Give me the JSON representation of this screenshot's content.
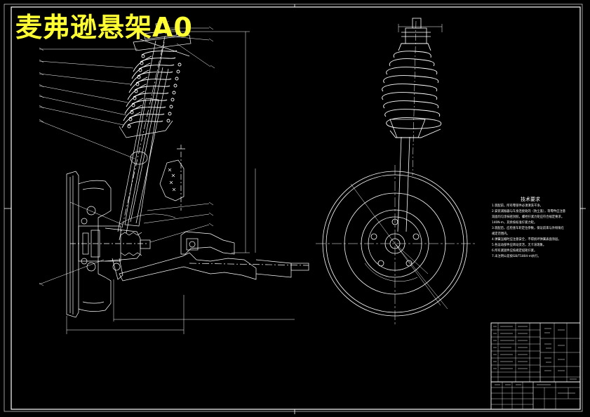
{
  "title": "麦弗逊悬架A0",
  "tech_requirements": {
    "heading": "技术要求",
    "lines": [
      "1.装配前，所有零部件必须清洗干净。",
      "2.安装减振器与车身连接处的（防尘盖），等零件应注意",
      "双面均匀涂抹密封胶，螺栓拧紧力矩应符合规定要求。",
      "140N·m，其余按标准拧紧力矩。",
      "3.装配后，应检查车轮定位参数，保证前束与外倾角在",
      "规定范围内。",
      "4.弹簧压缩时应注意安全，不得损坏弹簧表面涂层。",
      "5.各运动部件应转动灵活，无卡滞现象。",
      "6.所有紧固件应按规定扭矩拧紧。",
      "7.未注明公差按GB/T1804-m执行。"
    ]
  },
  "colors": {
    "background": "#000000",
    "line": "#ffffff",
    "title": "#ffff33"
  }
}
